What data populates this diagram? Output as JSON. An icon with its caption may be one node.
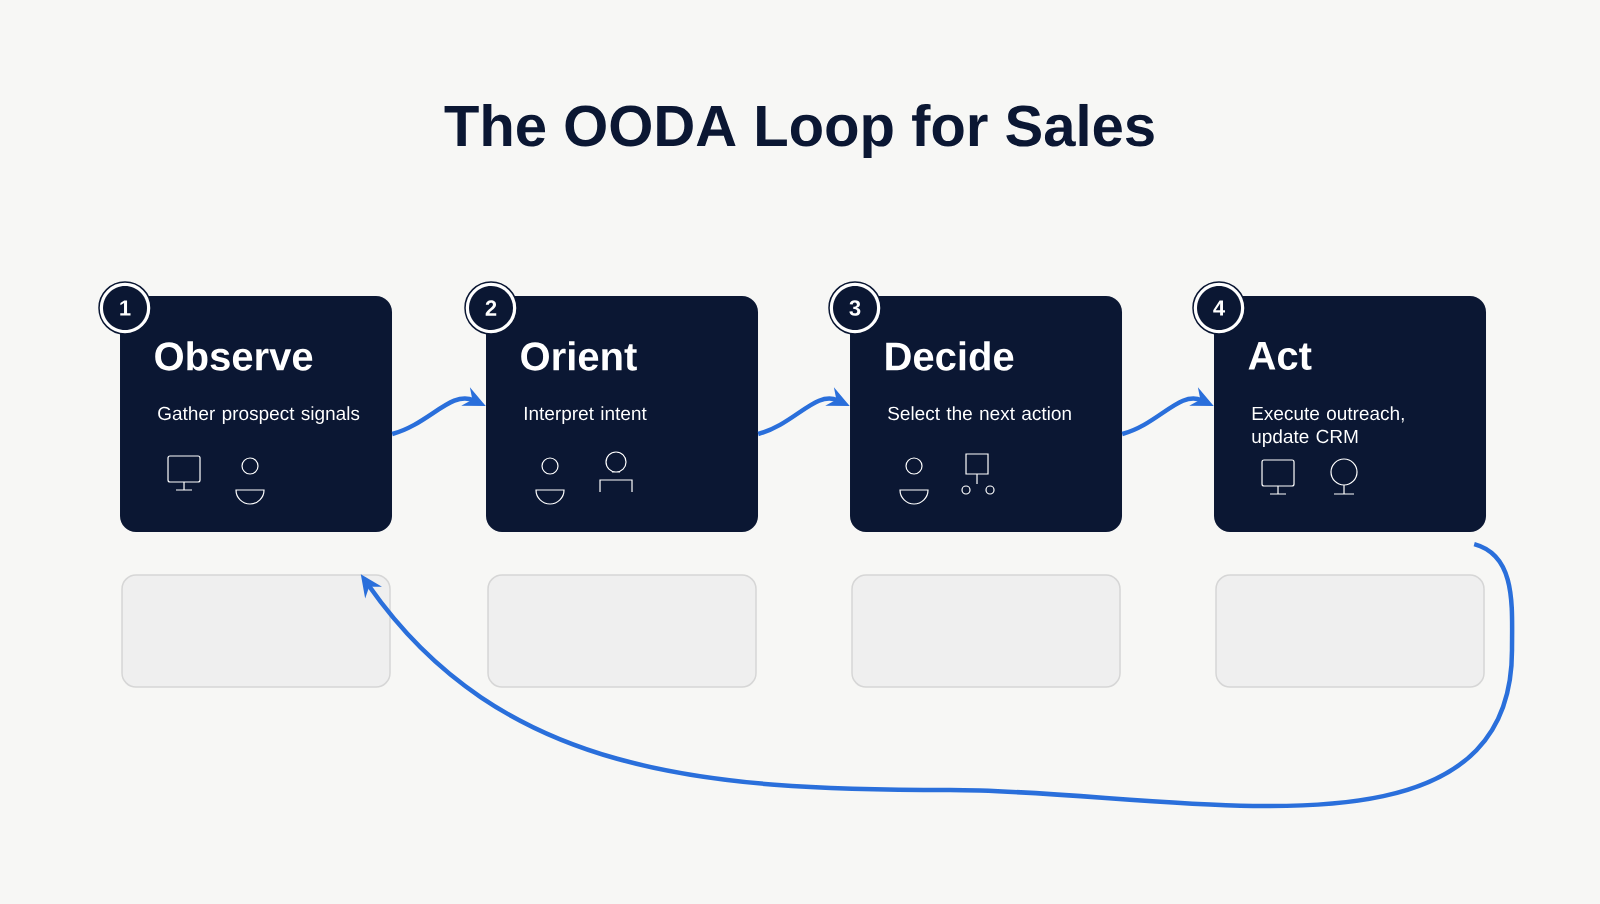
{
  "diagram": {
    "title": "The OODA Loop for Sales",
    "nodes": [
      {
        "text": [
          "1"
        ]
      },
      {
        "text": [
          "Observe",
          "Gather prospect signals"
        ]
      },
      {
        "text": [
          "2"
        ]
      },
      {
        "text": [
          "Orient",
          "Interpret intent"
        ]
      },
      {
        "text": [
          "3"
        ]
      },
      {
        "text": [
          "Decide",
          "Select the next action"
        ]
      },
      {
        "text": [
          "4"
        ]
      },
      {
        "text": [
          "Act",
          "Execute outreach, update CRM"
        ]
      },
      {
        "text": [],
        "shape": "box"
      },
      {
        "text": [],
        "shape": "box"
      },
      {
        "text": [],
        "shape": "box"
      },
      {
        "text": [],
        "shape": "box"
      }
    ],
    "edges": [
      {
        "from": 1,
        "to": 3,
        "arrow": "to"
      },
      {
        "from": 3,
        "to": 5,
        "arrow": "to"
      },
      {
        "from": 5,
        "to": 7,
        "arrow": "to"
      },
      {
        "from": 7,
        "to": 8,
        "arrow": "to"
      }
    ]
  }
}
